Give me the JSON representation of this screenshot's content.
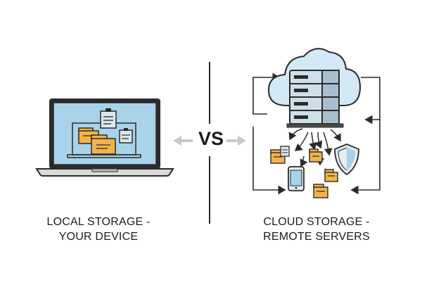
{
  "comparison": {
    "left": {
      "caption_line1": "LOCAL STORAGE -",
      "caption_line2": "YOUR DEVICE"
    },
    "separator": "VS",
    "right": {
      "caption_line1": "CLOUD STORAGE -",
      "caption_line2": "REMOTE SERVERS"
    }
  },
  "icons": {
    "left": [
      "laptop-icon",
      "folder-icon",
      "document-icon"
    ],
    "right": [
      "cloud-icon",
      "server-icon",
      "folder-icon",
      "phone-icon",
      "shield-icon"
    ]
  },
  "colors": {
    "outline": "#2b2b2b",
    "screen": "#a9d3ea",
    "cloud": "#d4e9f6",
    "folder": "#f4b24a",
    "server_face": "#cfdfea",
    "shield": "#a9d3ea",
    "arrow_gray": "#c8c8c8"
  }
}
